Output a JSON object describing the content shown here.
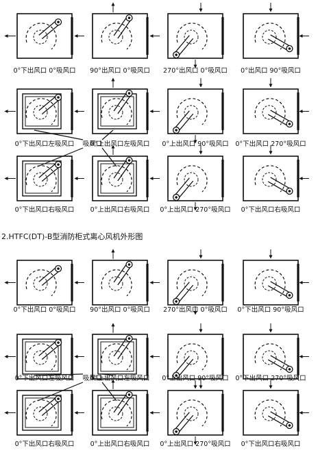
{
  "section2_title": "2.HTFC(DT)-B型消防柜式离心风机外形图",
  "shared_label": "吸风口",
  "rows": [
    {
      "items": [
        {
          "caption": "0°下出风口 0°吸风口"
        },
        {
          "caption": "90°出风口 0°吸风口"
        },
        {
          "caption": "270°出风口 0°吸风口"
        },
        {
          "caption": "0°出风口 90°吸风口"
        }
      ]
    },
    {
      "items": [
        {
          "caption": "0°下出风口左吸风口"
        },
        {
          "caption": "0°上出风口左吸风口"
        },
        {
          "caption": "0°上出风口 90°吸风口"
        },
        {
          "caption": "0°下出风口 270°吸风口"
        }
      ]
    },
    {
      "items": [
        {
          "caption": "0°下出风口右吸风口"
        },
        {
          "caption": "0°上出风口右吸风口"
        },
        {
          "caption": "0°上出风口 270°吸风口"
        },
        {
          "caption": "0°下出风口右吸风口"
        }
      ]
    },
    {
      "items": [
        {
          "caption": "0°下出风口 0°吸风口"
        },
        {
          "caption": "90°出风口 0°吸风口"
        },
        {
          "caption": "270°出风口 0°吸风口"
        },
        {
          "caption": "0°下出风口 90°吸风口"
        }
      ]
    },
    {
      "items": [
        {
          "caption": "0°下出风口左吸风口"
        },
        {
          "caption": "0°上出风口左吸风口"
        },
        {
          "caption": "0°上出风口 90°吸风口"
        },
        {
          "caption": "0°下出风口 270°吸风口"
        }
      ]
    },
    {
      "items": [
        {
          "caption": "0°下出风口右吸风口"
        },
        {
          "caption": "0°上出风口右吸风口"
        },
        {
          "caption": "0°上出风口 270°吸风口"
        },
        {
          "caption": "0°下出风口右吸风口"
        }
      ]
    }
  ]
}
